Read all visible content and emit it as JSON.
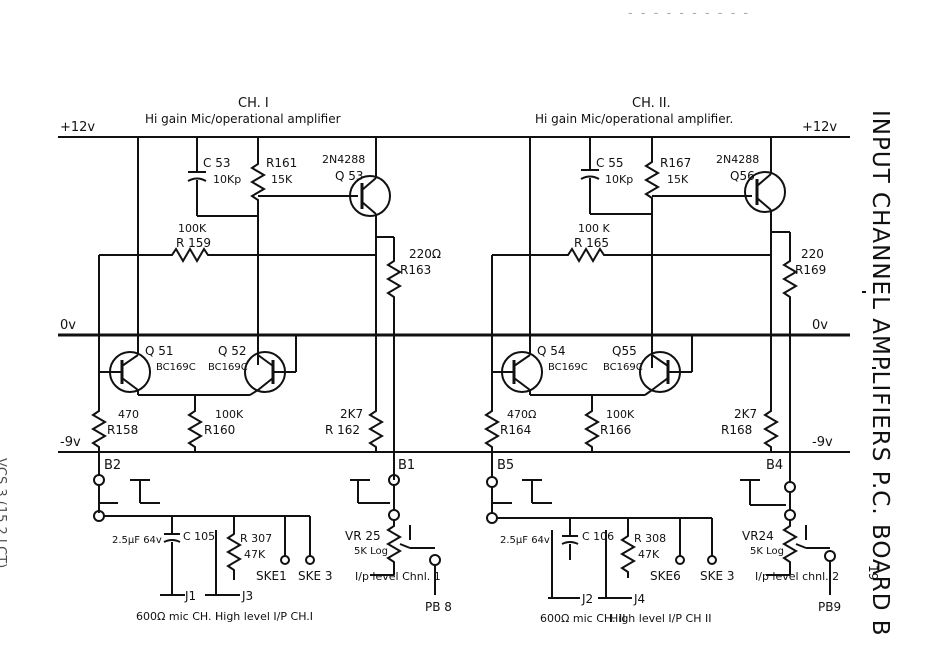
{
  "header": {
    "title": "INPUT CHANNEL AMPLIFIERS P.C. BOARD B",
    "page": "19",
    "ref": "VCS 3 (15.2 LCT)",
    "top_ref": "- - - - - - - - - -"
  },
  "rails": {
    "plus": "+12v",
    "zero": "0v",
    "minus": "-9v"
  },
  "ch1": {
    "title": "CH. I",
    "subtitle": "Hi gain Mic/operational amplifier",
    "c53": {
      "ref": "C 53",
      "value": "10Kp"
    },
    "r161": {
      "ref": "R161",
      "value": "15K"
    },
    "q53": {
      "part": "2N4288",
      "ref": "Q 53"
    },
    "r159": {
      "value": "100K",
      "ref": "R 159"
    },
    "r163": {
      "value": "220Ω",
      "ref": "R163"
    },
    "q51": {
      "ref": "Q 51",
      "part": "BC169C"
    },
    "q52": {
      "ref": "Q 52",
      "part": "BC169C"
    },
    "r158": {
      "value": "470",
      "ref": "R158"
    },
    "r160": {
      "value": "100K",
      "ref": "R160"
    },
    "r162": {
      "value": "2K7",
      "ref": "R 162"
    },
    "b2": "B2",
    "b1": "B1",
    "c105": {
      "value": "2.5μF 64v",
      "ref": "C 105"
    },
    "r307": {
      "ref": "R 307",
      "value": "47K"
    },
    "ske1": "SKE1",
    "ske3": "SKE 3",
    "vr25": {
      "ref": "VR 25",
      "value": "5K Log"
    },
    "level": "I/p level Chnl. 1",
    "pb8": "PB 8",
    "j1": "J1",
    "j3": "J3",
    "mic": "600Ω mic CH. I",
    "high": "High level I/P CH.I"
  },
  "ch2": {
    "title": "CH. II.",
    "subtitle": "Hi gain Mic/operational amplifier.",
    "c55": {
      "ref": "C 55",
      "value": "10Kp"
    },
    "r167": {
      "ref": "R167",
      "value": "15K"
    },
    "q56": {
      "part": "2N4288",
      "ref": "Q56"
    },
    "r165": {
      "value": "100 K",
      "ref": "R 165"
    },
    "r169": {
      "value": "220",
      "ref": "R169"
    },
    "q54": {
      "ref": "Q 54",
      "part": "BC169C"
    },
    "q55": {
      "ref": "Q55",
      "part": "BC169C"
    },
    "r164": {
      "value": "470Ω",
      "ref": "R164"
    },
    "r166": {
      "value": "100K",
      "ref": "R166"
    },
    "r168": {
      "value": "2K7",
      "ref": "R168"
    },
    "b5": "B5",
    "b4": "B4",
    "c106": {
      "value": "2.5μF 64v",
      "ref": "C 106"
    },
    "r308": {
      "ref": "R 308",
      "value": "47K"
    },
    "ske6": "SKE6",
    "ske3": "SKE 3",
    "vr24": {
      "ref": "VR24",
      "value": "5K Log"
    },
    "level": "I/p level chnl. 2",
    "pb9": "PB9",
    "j2": "J2",
    "j4": "J4",
    "mic": "600Ω mic CH. II",
    "high": "High level I/P CH II"
  }
}
